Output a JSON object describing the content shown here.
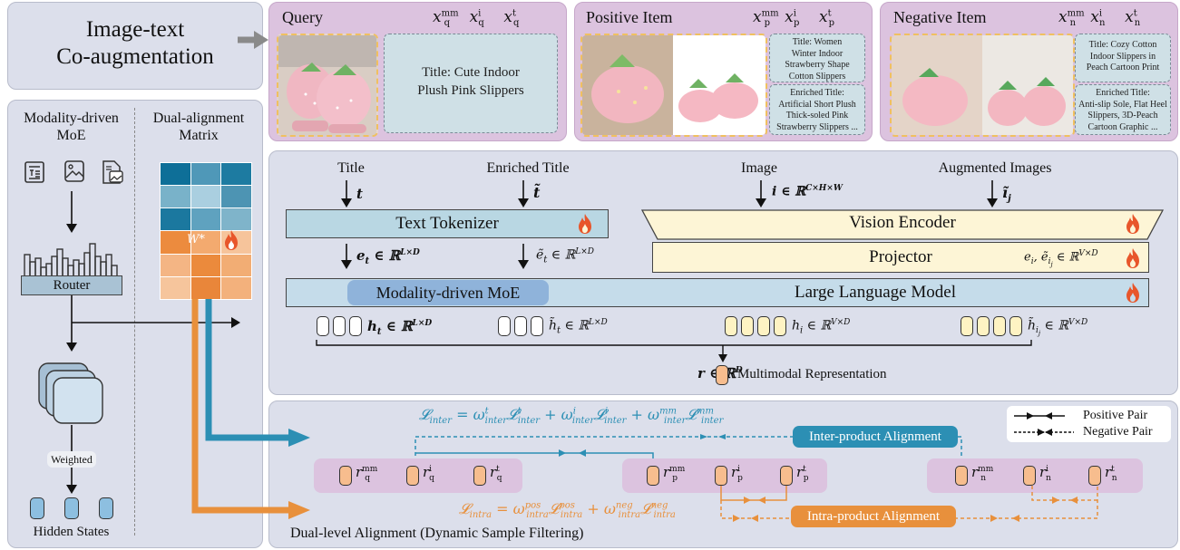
{
  "augment": {
    "line1": "Image-text",
    "line2": "Co-augmentation"
  },
  "query": {
    "title": "Query",
    "sym_mm": "x",
    "sup_mm": "mm",
    "sub": "q",
    "sup_i": "i",
    "sup_t": "t",
    "text": "Title: Cute Indoor\nPlush Pink Slippers"
  },
  "positive": {
    "title": "Positive Item",
    "sub": "p",
    "text_title": "Title: Women\nWinter Indoor\nStrawberry Shape\nCotton Slippers",
    "text_enriched": "Enriched Title:\nArtificial Short Plush\nThick-soled Pink\nStrawberry Slippers ..."
  },
  "negative": {
    "title": "Negative Item",
    "sub": "n",
    "text_title": "Title: Cozy Cotton\nIndoor Slippers in\nPeach Cartoon Print",
    "text_enriched": "Enriched Title:\nAnti-slip Sole, Flat Heel\nSlippers, 3D-Peach\nCartoon Graphic ..."
  },
  "left": {
    "moe_title": "Modality-driven\nMoE",
    "matrix_title": "Dual-alignment\nMatrix",
    "router": "Router",
    "weighted": "Weighted",
    "matrix_w": "W*",
    "hidden": "Hidden States",
    "matrix_colors": [
      "#0e6f98",
      "#4f98b8",
      "#1d7ba1",
      "#79b2c9",
      "#aacfe0",
      "#4d94b3",
      "#1b789f",
      "#5fa2bf",
      "#7fb4ca",
      "#ec8b3e",
      "#f3aa6f",
      "#f6c49b",
      "#f4b584",
      "#eb8a3c",
      "#f2ad74",
      "#f6c59c",
      "#e9863a",
      "#f3b17c"
    ]
  },
  "model": {
    "in_title": "Title",
    "in_enriched": "Enriched Title",
    "in_image": "Image",
    "in_aug": "Augmented Images",
    "sym_t": "t",
    "sym_tt": "t̃",
    "sym_i": "i ∈ ℝ",
    "sym_i_sup": "C×H×W",
    "sym_ij": "ĩ",
    "sym_ij_sub": "j",
    "tokenizer": "Text Tokenizer",
    "vision": "Vision Encoder",
    "projector": "Projector",
    "moe": "Modality-driven MoE",
    "llm": "Large Language Model",
    "et": "e",
    "et_sub": "t",
    "in_R": " ∈ ℝ",
    "LxD": "L×D",
    "VxD": "V×D",
    "ett": "ẽ",
    "ei": "e",
    "ei_rest": "i",
    "ei_tilde": ", ẽ",
    "ht": "h",
    "htt": "h̃",
    "hi": "h",
    "hij": "h̃",
    "r": "r ∈ ℝ",
    "r_sup": "D",
    "rep": "Multimodal Representation"
  },
  "align": {
    "inter_loss": "𝓛",
    "inter_label": "Inter-product Alignment",
    "intra_label": "Intra-product Alignment",
    "pos_pair": "Positive Pair",
    "neg_pair": "Negative Pair",
    "caption": "Dual-level Alignment (Dynamic Sample Filtering)",
    "inter_color": "#2c8fb4",
    "intra_color": "#e8903c",
    "inter_eq": "= ω",
    "sub_inter": "inter",
    "sub_intra": "intra",
    "sup_t": "t",
    "sup_i": "i",
    "sup_mm": "mm",
    "sup_pos": "pos",
    "sup_neg": "neg",
    "plus": " + ω"
  }
}
